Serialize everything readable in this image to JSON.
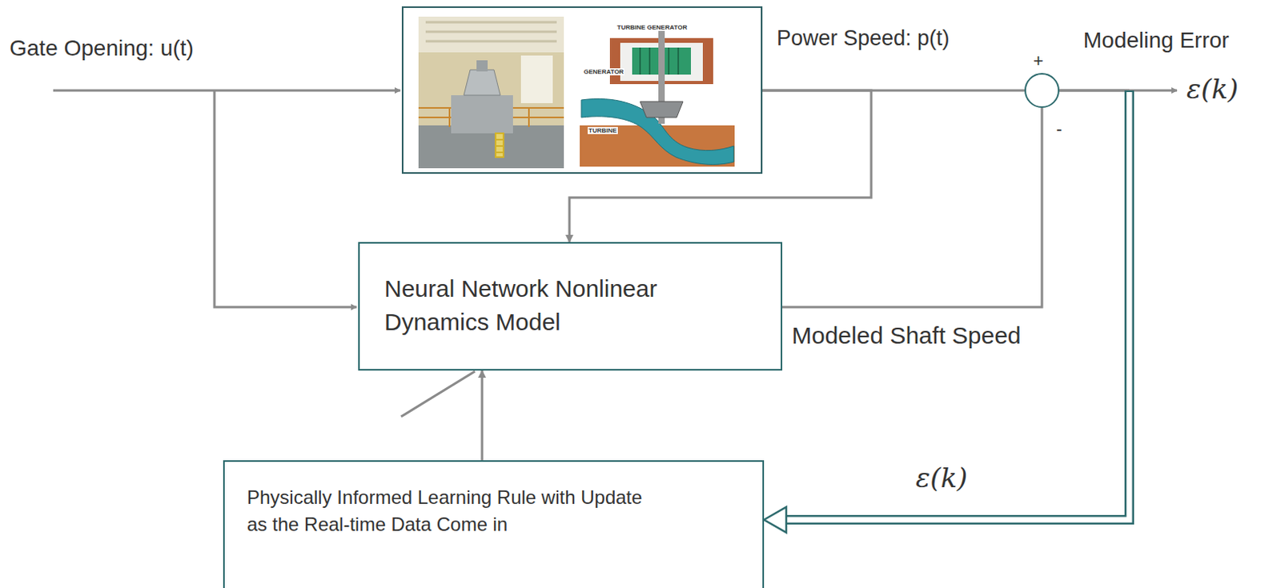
{
  "diagram": {
    "nodes": [
      {
        "text": [
          "TURBINE GENERATOR",
          "GENERATOR",
          "TURBINE"
        ]
      },
      {
        "text": [
          "+",
          "-"
        ]
      },
      {
        "text": [
          "Neural Network Nonlinear Dynamics Model"
        ]
      },
      {
        "text": [
          "Physically Informed Learning Rule with Update as the Real-time Data Come in"
        ]
      }
    ],
    "edges": [
      {
        "from": 0,
        "to": 1,
        "arrow": "none"
      },
      {
        "from": 0,
        "to": 2,
        "arrow": "to"
      },
      {
        "from": 2,
        "to": 1,
        "arrow": "none"
      },
      {
        "from": 1,
        "to": 3,
        "label": "ε(k)",
        "arrow": "to"
      },
      {
        "from": 3,
        "to": 2,
        "arrow": "to"
      }
    ],
    "labels": [
      "Gate Opening: u(t)",
      "Power Speed: p(t)",
      "Modeling Error",
      "ε(k)",
      "Modeled Shaft Speed"
    ]
  }
}
